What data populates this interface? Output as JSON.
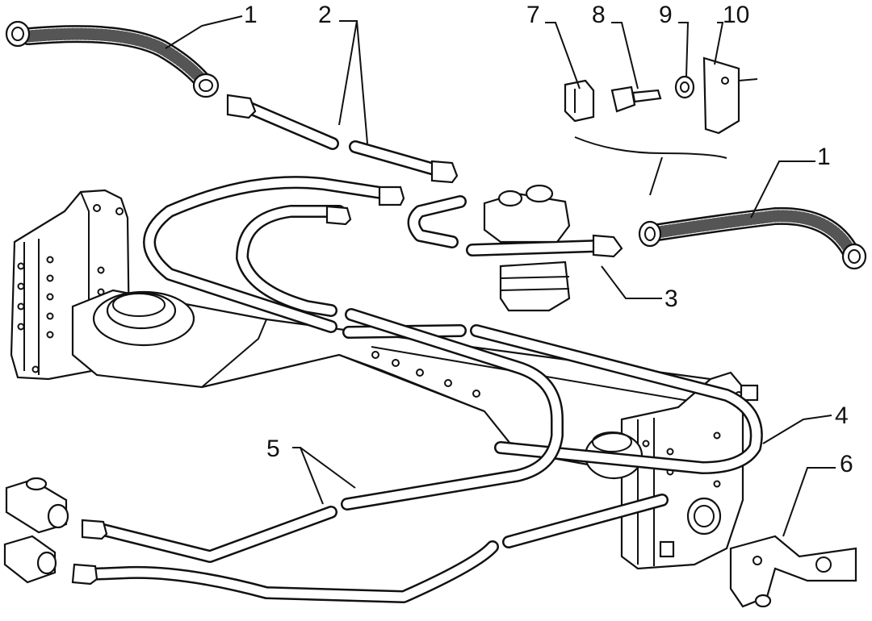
{
  "callouts": [
    {
      "id": "c1a",
      "label": "1"
    },
    {
      "id": "c2",
      "label": "2"
    },
    {
      "id": "c7",
      "label": "7"
    },
    {
      "id": "c8",
      "label": "8"
    },
    {
      "id": "c9",
      "label": "9"
    },
    {
      "id": "c10",
      "label": "10"
    },
    {
      "id": "c1b",
      "label": "1"
    },
    {
      "id": "c3",
      "label": "3"
    },
    {
      "id": "c4",
      "label": "4"
    },
    {
      "id": "c5",
      "label": "5"
    },
    {
      "id": "c6",
      "label": "6"
    }
  ]
}
